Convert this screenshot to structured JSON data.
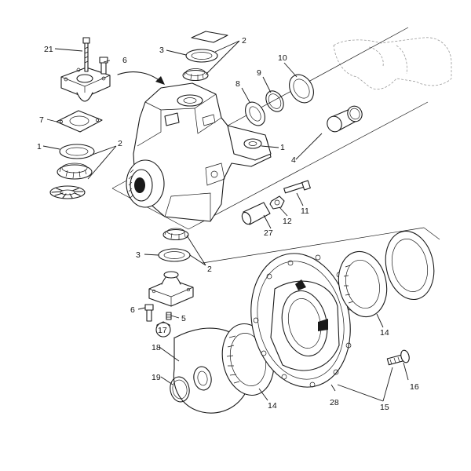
{
  "callouts": {
    "c21": "21",
    "c6a": "6",
    "c3a": "3",
    "c2a": "2",
    "c10": "10",
    "c9": "9",
    "c8": "8",
    "c7": "7",
    "c1a": "1",
    "c2b": "2",
    "c1b": "1",
    "c4": "4",
    "c11": "11",
    "c12": "12",
    "c27": "27",
    "c3b": "3",
    "c2c": "2",
    "c6b": "6",
    "c5": "5",
    "c17": "17",
    "c18": "18",
    "c19": "19",
    "c14a": "14",
    "c14b": "14",
    "c16": "16",
    "c28": "28",
    "c15": "15"
  }
}
